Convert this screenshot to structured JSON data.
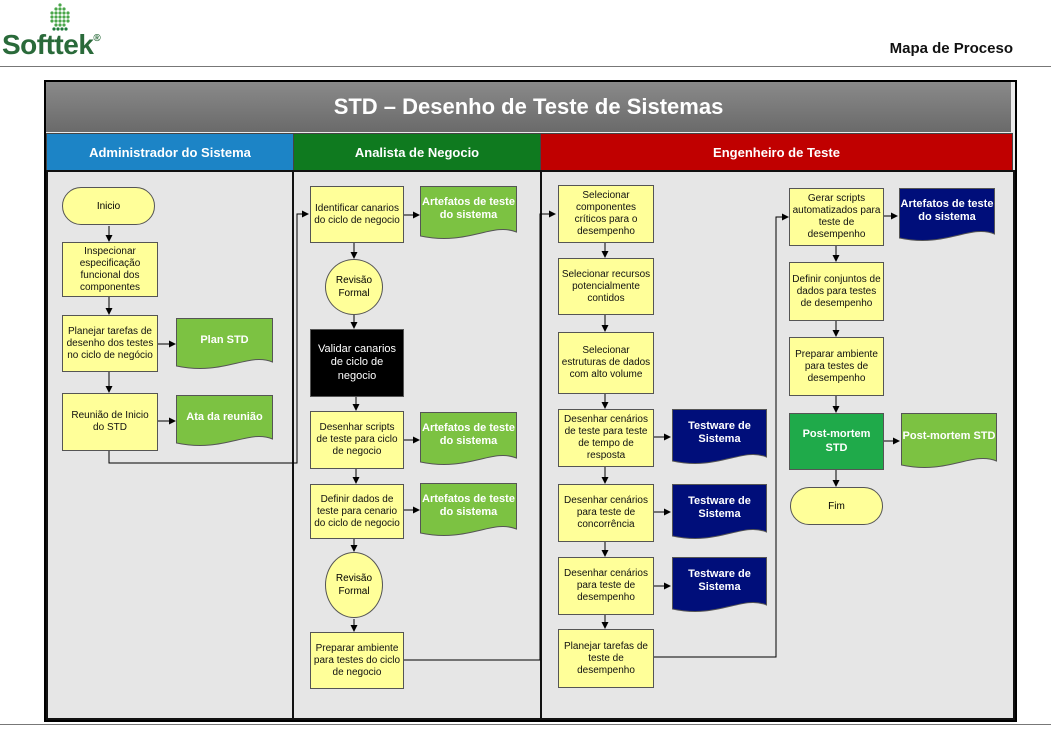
{
  "header": {
    "logo_text": "Softtek",
    "logo_reg": "®",
    "doc_title": "Mapa de Proceso"
  },
  "diagram": {
    "title": "STD – Desenho de Teste de Sistemas",
    "lanes": [
      {
        "label": "Administrador do Sistema",
        "color": "#1c84c6"
      },
      {
        "label": "Analista de Negocio",
        "color": "#0f7a1f"
      },
      {
        "label": "Engenheiro de Teste",
        "color": "#c00000"
      }
    ],
    "admin": {
      "inicio": "Inicio",
      "inspecionar": "Inspecionar especificação funcional dos componentes",
      "planejar": "Planejar tarefas  de desenho dos testes no ciclo de negócio",
      "reuniao": "Reunião de Inicio do STD",
      "plan_std": "Plan STD",
      "ata": "Ata da reunião"
    },
    "analista": {
      "identificar": "Identificar canarios do ciclo de negocio",
      "artefatos1": "Artefatos de teste do sistema",
      "revisao1": "Revisão Formal",
      "validar": "Validar canarios de ciclo de negocio",
      "desenhar_scripts": "Desenhar scripts de teste para ciclo de negocio",
      "artefatos2": "Artefatos de teste do sistema",
      "definir_dados": "Definir dados de teste para cenario do ciclo de negocio",
      "artefatos3": "Artefatos de teste do sistema",
      "revisao2": "Revisão Formal",
      "preparar": "Preparar ambiente para testes do ciclo de negocio"
    },
    "engenheiro": {
      "sel_comp": "Selecionar componentes críticos para o desempenho",
      "sel_rec": "Selecionar recursos potencialmente contidos",
      "sel_estr": "Selecionar estruturas de dados com alto volume",
      "des_resp": "Desenhar cenários de teste para teste de tempo de resposta",
      "testware1": "Testware de Sistema",
      "des_conc": "Desenhar cenários para teste de concorrência",
      "testware2": "Testware de Sistema",
      "des_desemp": "Desenhar cenários para teste de desempenho",
      "testware3": "Testware de Sistema",
      "plan_tarefas": "Planejar tarefas de teste de desempenho",
      "gerar": "Gerar scripts automatizados para teste de desempenho",
      "artefatos4": "Artefatos de teste do sistema",
      "definir_conj": "Definir conjuntos de dados para testes de desempenho",
      "preparar_amb": "Preparar ambiente para testes de desempenho",
      "post_mortem": "Post-mortem STD",
      "post_mortem_doc": "Post-mortem STD",
      "fim": "Fim"
    }
  },
  "colors": {
    "process": "#ffff99",
    "doc_green": "#7cc242",
    "doc_navy": "#000e7a",
    "title_bar": "#7a7a7a"
  }
}
